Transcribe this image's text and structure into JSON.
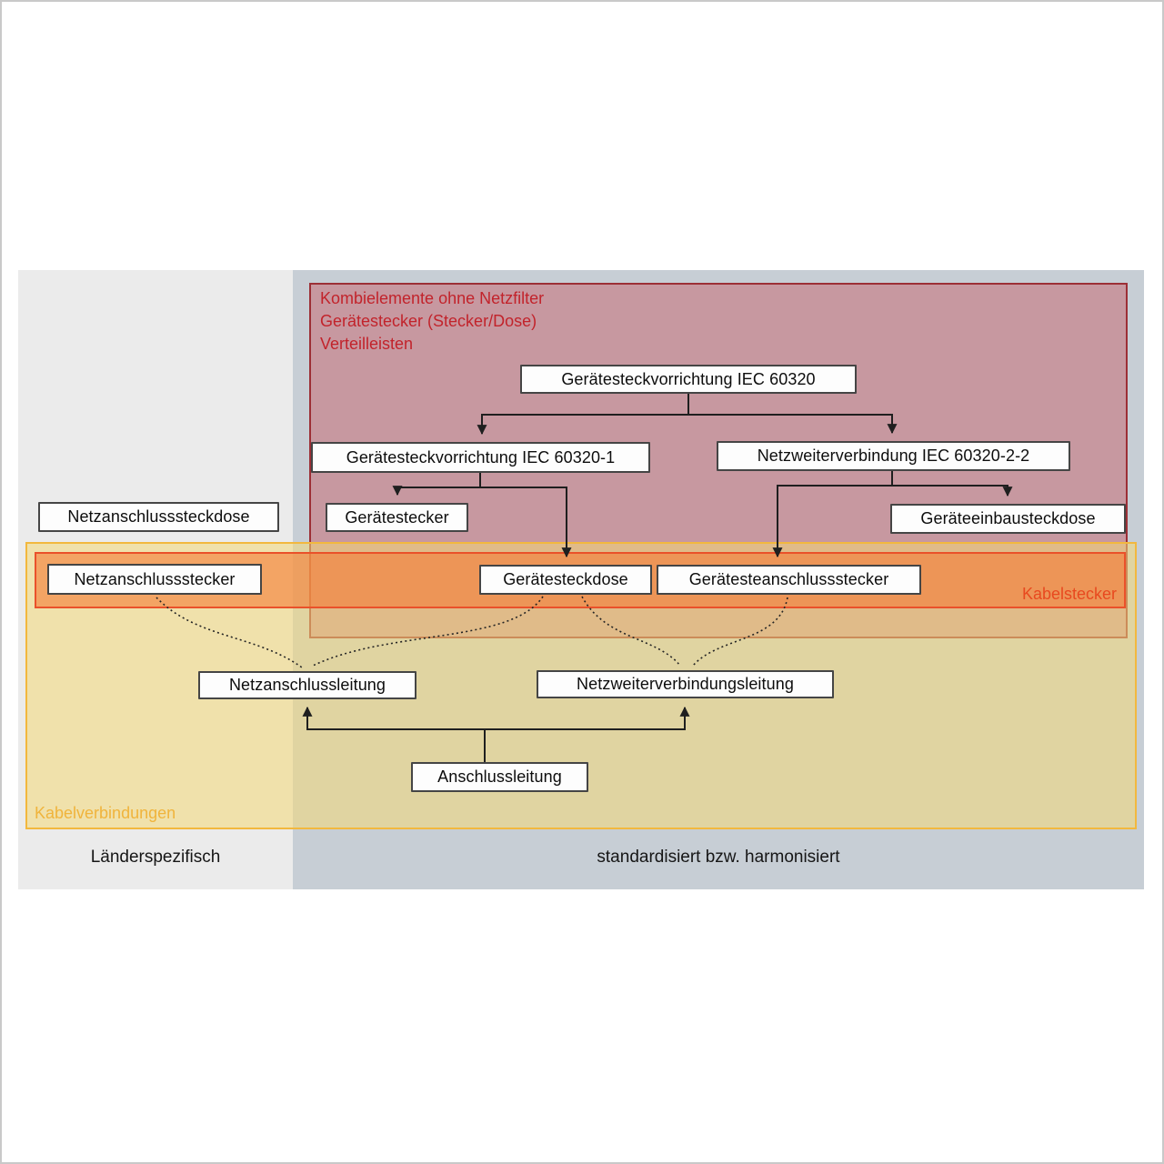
{
  "diagram": {
    "red_header": {
      "line1": "Kombielemente ohne Netzfilter",
      "line2": "Gerätestecker (Stecker/Dose)",
      "line3": "Verteilleisten"
    },
    "nodes": {
      "iec60320": "Gerätesteckvorrichtung IEC 60320",
      "iec60320_1": "Gerätesteckvorrichtung IEC 60320-1",
      "iec60320_2_2": "Netzweiterverbindung IEC 60320-2-2",
      "geraetestecker": "Gerätestecker",
      "geraeteeinbausteckdose": "Geräteeinbausteckdose",
      "geraetesteckdose": "Gerätesteckdose",
      "geraetesteanschlussstecker": "Gerätesteanschlussstecker",
      "netzanschlusssteckdose": "Netzanschlusssteckdose",
      "netzanschlussstecker": "Netzanschlussstecker",
      "netzanschlussleitung": "Netzanschlussleitung",
      "netzweiterverbindungsleitung": "Netzweiterverbindungsleitung",
      "anschlussleitung": "Anschlussleitung"
    },
    "zones": {
      "kabelstecker": "Kabelstecker",
      "kabelverbindungen": "Kabelverbindungen",
      "laenderspezifisch": "Länderspezifisch",
      "standardisiert": "standardisiert bzw. harmonisiert"
    },
    "colors": {
      "maroon_fill": "#c79ba3",
      "maroon_border": "#9c2f36",
      "red_header_text": "#c2232b",
      "orange_fill": "#e69370",
      "orange_border": "#ea512a",
      "kabelstecker_text": "#e8491f",
      "yellow_fill_left": "#f3e6bb",
      "yellow_fill_right": "#ddd2a4",
      "yellow_border": "#f2b83e",
      "kabelverbindungen_text": "#f0b43c",
      "left_zone_bg": "#ebebeb",
      "right_zone_bg": "#c7ced5",
      "node_bg": "#fdfdfd",
      "node_border": "#454545",
      "line_color": "#1f1f1f"
    }
  }
}
